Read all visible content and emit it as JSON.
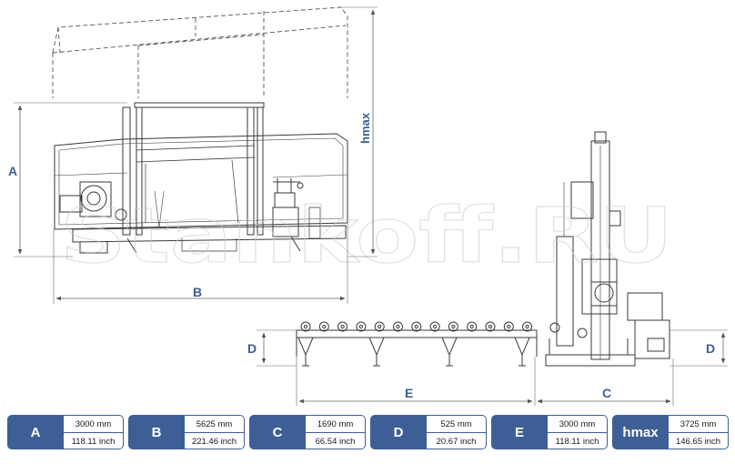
{
  "dimension_labels": {
    "a": "A",
    "b": "B",
    "c": "C",
    "d": "D",
    "e": "E",
    "hmax": "hmax"
  },
  "watermark": "Stankoff.RU",
  "specs": [
    {
      "key": "A",
      "mm": "3000 mm",
      "inch": "118.11 inch"
    },
    {
      "key": "B",
      "mm": "5625 mm",
      "inch": "221.46 inch"
    },
    {
      "key": "C",
      "mm": "1690 mm",
      "inch": "66.54 inch"
    },
    {
      "key": "D",
      "mm": "525 mm",
      "inch": "20.67 inch"
    },
    {
      "key": "E",
      "mm": "3000 mm",
      "inch": "118.11 inch"
    },
    {
      "key": "hmax",
      "mm": "3725 mm",
      "inch": "146.65 inch"
    }
  ],
  "colors": {
    "accent": "#3d5f95",
    "line": "#3a3a3a",
    "dim": "#6a6a6a"
  }
}
